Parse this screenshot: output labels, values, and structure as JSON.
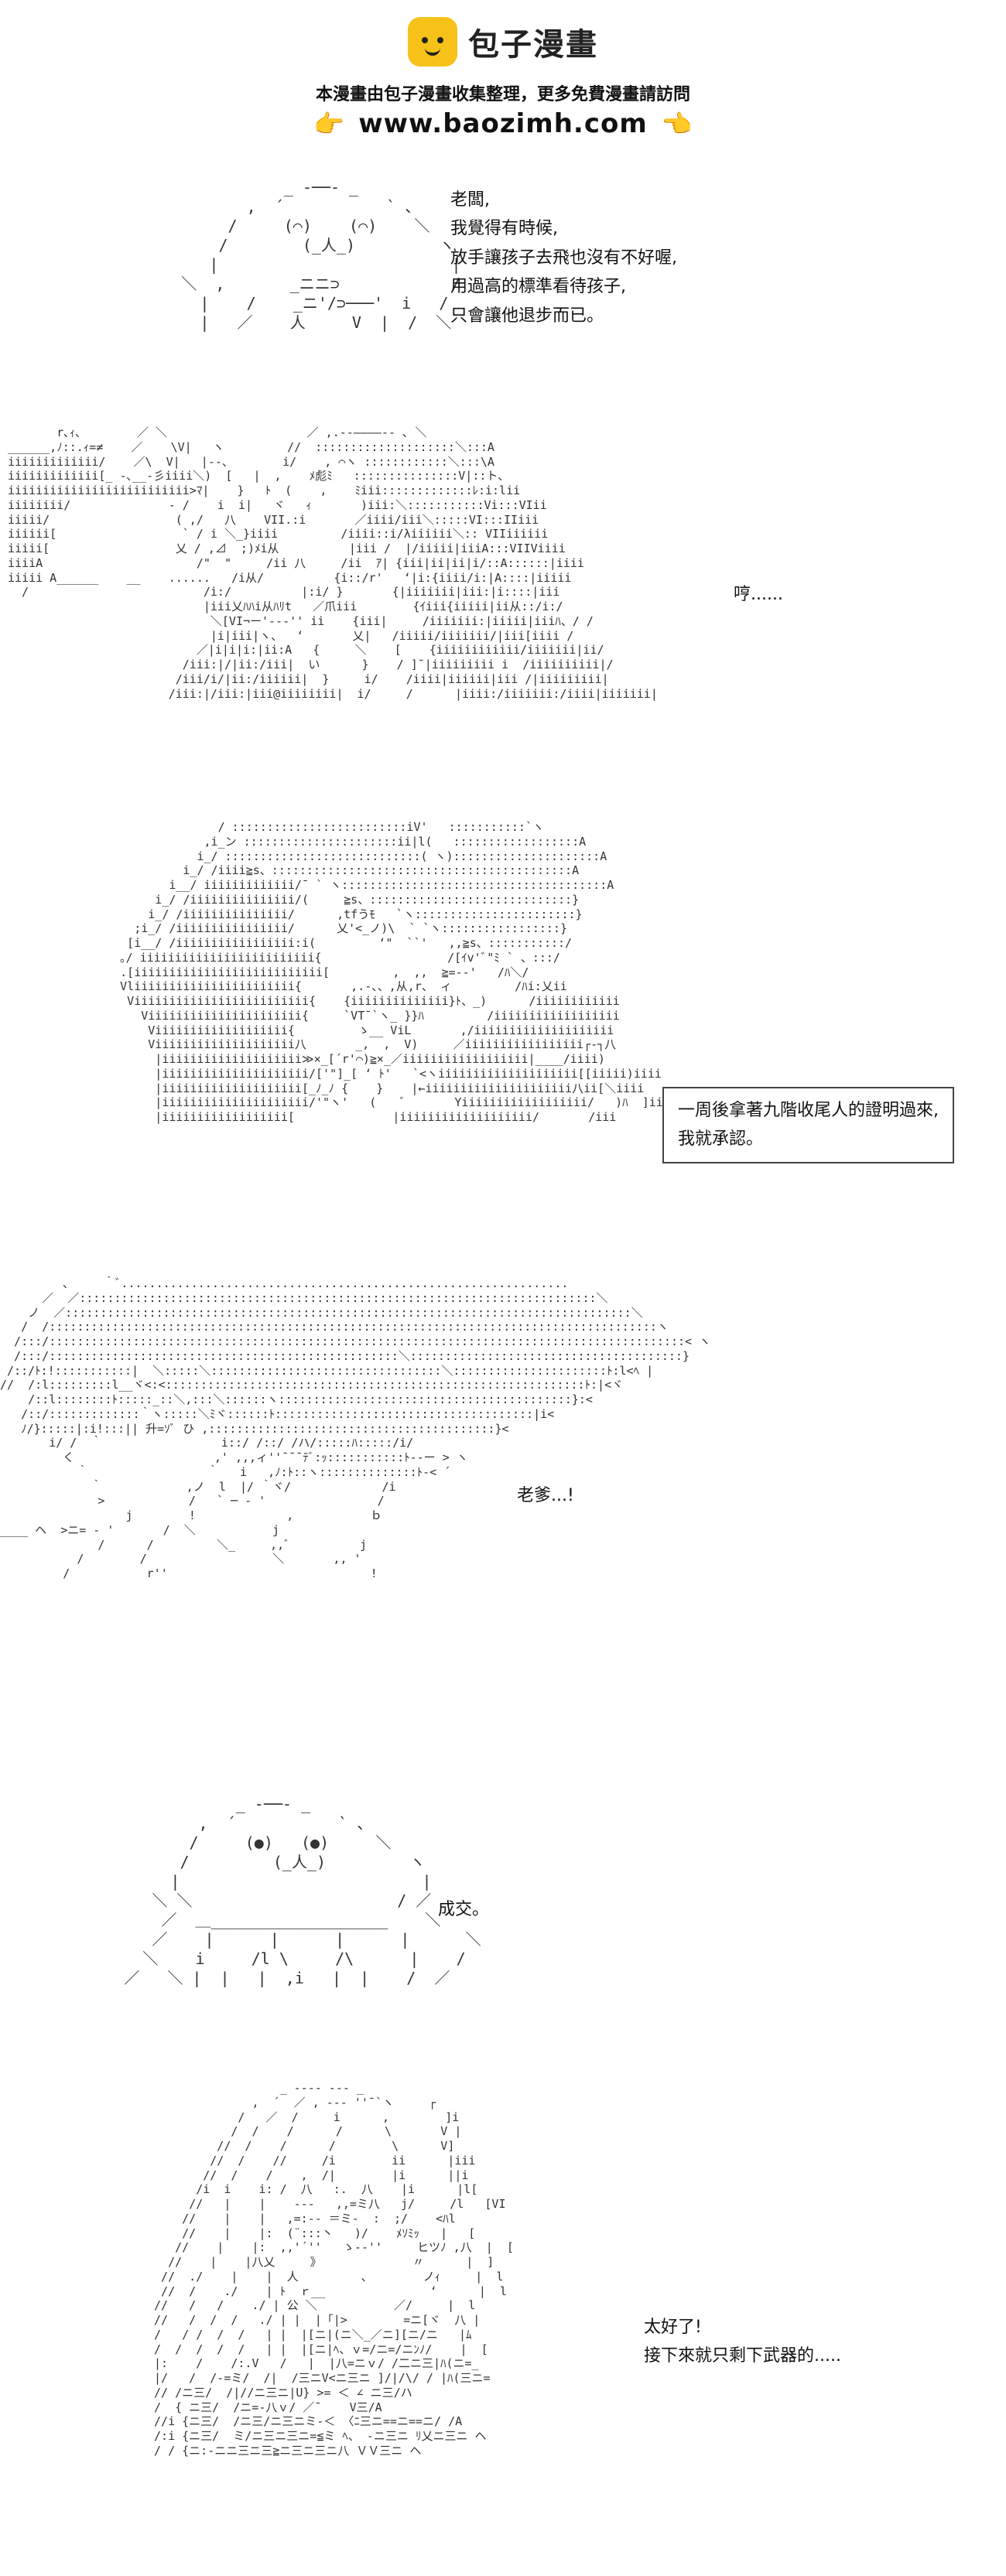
{
  "header": {
    "logo_text": "包子漫畫",
    "subtitle": "本漫畫由包子漫畫收集整理，更多免費漫畫請訪問",
    "url": "www.baozimh.com",
    "hand_left": "👉",
    "hand_right": "👈"
  },
  "panels": [
    {
      "id": "panel-1",
      "dialog": [
        "老闆,",
        "我覺得有時候,",
        "放手讓孩子去飛也沒有不好喔,",
        "用過高的標準看待孩子,",
        "只會讓他退步而已。"
      ]
    },
    {
      "id": "panel-2",
      "dialog": [
        "哼......"
      ]
    },
    {
      "id": "panel-3",
      "dialog": [
        "一周後拿著九階收尾人的證明過來,",
        "我就承認。"
      ]
    },
    {
      "id": "panel-4",
      "dialog": [
        "老爹...!"
      ]
    },
    {
      "id": "panel-5",
      "dialog": [
        "成交。"
      ]
    },
    {
      "id": "panel-6",
      "dialog": [
        "太好了!",
        "接下來就只剩下武器的....."
      ]
    }
  ]
}
